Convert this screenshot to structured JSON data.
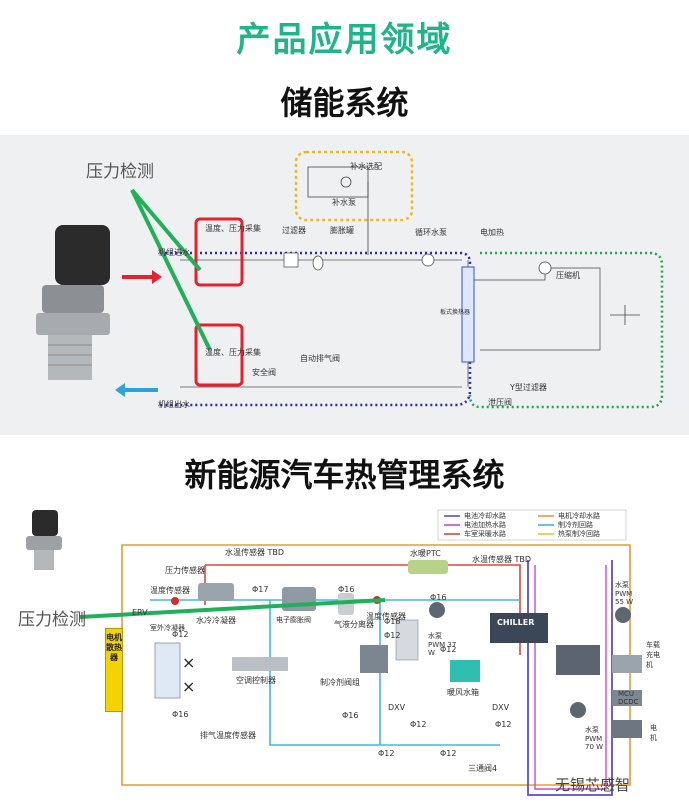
{
  "header": {
    "title": "产品应用领域"
  },
  "section1": {
    "title": "储能系统",
    "callout": "压力检测",
    "labels": {
      "makeup_box": "补水选配",
      "makeup_pump": "补水泵",
      "sensor_top": "温度、压力采集",
      "filter": "过滤器",
      "expansion_tank": "膨胀罐",
      "circ_pump": "循环水泵",
      "heater": "电加热",
      "compressor": "压缩机",
      "inlet": "机组进水",
      "sensor_bottom": "温度、压力采集",
      "safety_valve": "安全阀",
      "exhaust_valve": "自动排气阀",
      "outlet": "机组出水",
      "drain_valve": "泄压阀",
      "y_filter": "Y型过滤器",
      "plate_hx": "板式换热器"
    }
  },
  "section2": {
    "title": "新能源汽车热管理系统",
    "callout": "压力检测",
    "legend": [
      {
        "text": "电池冷却水路",
        "color": "#5a4fcf"
      },
      {
        "text": "电池加热水路",
        "color": "#c94ad1"
      },
      {
        "text": "车室采暖水路",
        "color": "#e0463c"
      },
      {
        "text": "电机冷却水路",
        "color": "#e39b3a"
      },
      {
        "text": "制冷剂回路",
        "color": "#46b6e0"
      },
      {
        "text": "热泵制冷回路",
        "color": "#f0c12c"
      }
    ],
    "labels": {
      "radiator": "电机散热器",
      "erv": "ERV",
      "pressure_sensor": "压力传感器",
      "temp_sensor": "温度传感器",
      "water_temp_tbd": "水温传感器 TBD",
      "water_ptc": "水暖PTC",
      "water_temp_tbd2": "水温传感器 TBD",
      "phi12_a": "Φ12",
      "phi17": "Φ17",
      "phi16_a": "Φ16",
      "phi16_b": "Φ16",
      "phi16_c": "Φ16",
      "phi18": "Φ18",
      "phi12_b": "Φ12",
      "phi12_c": "Φ12",
      "phi12_d": "Φ12",
      "phi12_e": "Φ12",
      "phi12_f": "Φ12",
      "phi16_d": "Φ16",
      "phi12_g": "Φ12",
      "cond": "室外冷凝器",
      "water_cooled": "水冷冷凝器",
      "evap": "电子膨胀阀",
      "gas_liquid": "气液分离器",
      "ac_ctrl": "空调控制器",
      "refrig_valve": "制冷剂阀组",
      "heat_exch": "温度传感器",
      "pump_pwm_a": "水泵 PWM 37 W",
      "chiller": "CHILLER",
      "pump_pwm_b": "水泵 PWM 55 W",
      "charger": "车载充电机",
      "mcu": "MCU DCDC",
      "motor": "电机",
      "pump_pwm_c": "水泵 PWM 70 W",
      "dxv_a": "DXV",
      "dxv_b": "DXV",
      "heater_core": "暖风水箱",
      "three_way": "三通阀4",
      "exhaust_sensor": "排气温度传感器"
    }
  },
  "watermark": "无锡芯感智"
}
